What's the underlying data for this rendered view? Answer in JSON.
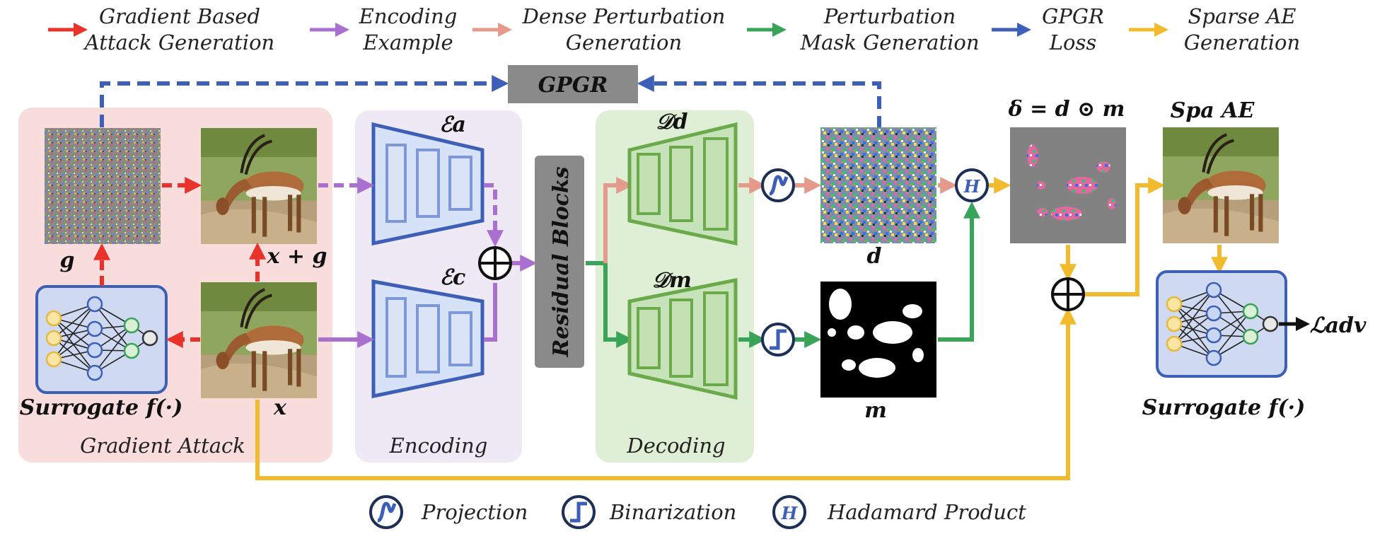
{
  "legend": [
    {
      "line1": "Gradient Based",
      "line2": "Attack Generation",
      "color": "#e8322a"
    },
    {
      "line1": "Encoding",
      "line2": "Example",
      "color": "#a970cf"
    },
    {
      "line1": "Dense Perturbation",
      "line2": "Generation",
      "color": "#e59a8b"
    },
    {
      "line1": "Perturbation",
      "line2": "Mask Generation",
      "color": "#3aa35a"
    },
    {
      "line1": "GPGR",
      "line2": "Loss",
      "color": "#3d5fb8"
    },
    {
      "line1": "Sparse AE",
      "line2": "Generation",
      "color": "#f2bb2e"
    }
  ],
  "gpgr_box": "GPGR",
  "regions": {
    "gradient_attack": "Gradient Attack",
    "encoding": "Encoding",
    "decoding": "Decoding"
  },
  "residual_blocks": "Residual Blocks",
  "labels": {
    "g": "g",
    "x_plus_g": "x + g",
    "x": "x",
    "surrogate_left": "Surrogate f(·)",
    "surrogate_right": "Surrogate f(·)",
    "enc_a": "ℰa",
    "enc_c": "ℰc",
    "dec_d": "𝒟d",
    "dec_m": "𝒟m",
    "d": "d",
    "m": "m",
    "delta": "δ = d ⊙ m",
    "spa_ae": "Spa AE",
    "loss": "ℒadv",
    "hadamard_symbol": "H"
  },
  "bottom_legend": {
    "projection": "Projection",
    "binarization": "Binarization",
    "hadamard": "Hadamard Product"
  },
  "colors": {
    "red": "#e8322a",
    "purple": "#a970cf",
    "salmon": "#e59a8b",
    "green": "#3aa35a",
    "blue": "#3d5fb8",
    "yellow": "#f2bb2e",
    "gradient_region": "#f9dcdc",
    "encoding_region": "#efe9f6",
    "decoding_region": "#deefd5"
  }
}
